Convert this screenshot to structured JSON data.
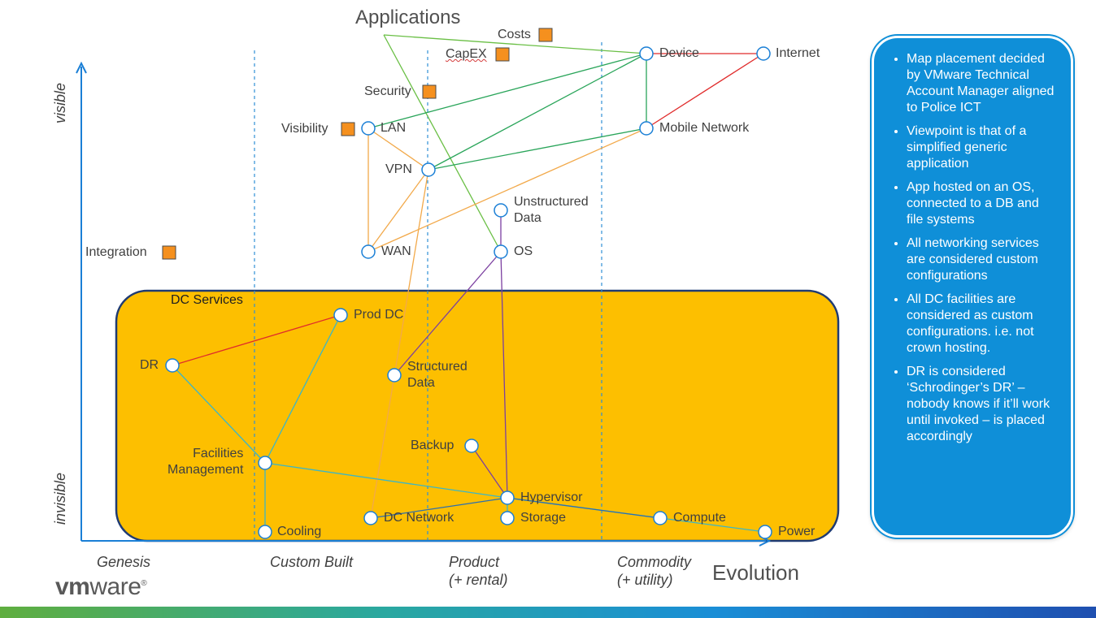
{
  "title": "Applications",
  "evolution_label": "Evolution",
  "axis": {
    "y_top": "visible",
    "y_bottom": "invisible",
    "stages": [
      "Genesis",
      "Custom Built",
      "Product\n(+ rental)",
      "Commodity\n(+ utility)"
    ]
  },
  "group": {
    "label": "DC Services",
    "color": "#fdbf00"
  },
  "needs": [
    {
      "label": "Costs"
    },
    {
      "label": "CapEX"
    },
    {
      "label": "Security"
    },
    {
      "label": "Visibility"
    },
    {
      "label": "Integration"
    }
  ],
  "components": [
    {
      "id": "device",
      "label": "Device"
    },
    {
      "id": "internet",
      "label": "Internet"
    },
    {
      "id": "mobile",
      "label": "Mobile Network"
    },
    {
      "id": "lan",
      "label": "LAN"
    },
    {
      "id": "vpn",
      "label": "VPN"
    },
    {
      "id": "unstructured",
      "label": "Unstructured\nData"
    },
    {
      "id": "wan",
      "label": "WAN"
    },
    {
      "id": "os",
      "label": "OS"
    },
    {
      "id": "proddc",
      "label": "Prod DC"
    },
    {
      "id": "dr",
      "label": "DR"
    },
    {
      "id": "structured",
      "label": "Structured\nData"
    },
    {
      "id": "backup",
      "label": "Backup"
    },
    {
      "id": "facilities",
      "label": "Facilities\nManagement"
    },
    {
      "id": "hypervisor",
      "label": "Hypervisor"
    },
    {
      "id": "dcnetwork",
      "label": "DC Network"
    },
    {
      "id": "storage",
      "label": "Storage"
    },
    {
      "id": "compute",
      "label": "Compute"
    },
    {
      "id": "cooling",
      "label": "Cooling"
    },
    {
      "id": "power",
      "label": "Power"
    }
  ],
  "links": [
    {
      "from": "applications",
      "to": "device",
      "color": "#6abf45"
    },
    {
      "from": "applications",
      "to": "os",
      "color": "#6abf45"
    },
    {
      "from": "device",
      "to": "internet",
      "color": "#e02b2b"
    },
    {
      "from": "device",
      "to": "lan",
      "color": "#2aa55a"
    },
    {
      "from": "device",
      "to": "vpn",
      "color": "#2aa55a"
    },
    {
      "from": "device",
      "to": "mobile",
      "color": "#2aa55a"
    },
    {
      "from": "mobile",
      "to": "internet",
      "color": "#e02b2b"
    },
    {
      "from": "mobile",
      "to": "vpn",
      "color": "#2aa55a"
    },
    {
      "from": "mobile",
      "to": "wan",
      "color": "#f2a94a"
    },
    {
      "from": "lan",
      "to": "vpn",
      "color": "#f2a94a"
    },
    {
      "from": "lan",
      "to": "wan",
      "color": "#f2a94a"
    },
    {
      "from": "vpn",
      "to": "wan",
      "color": "#f2a94a"
    },
    {
      "from": "vpn",
      "to": "dcnetwork",
      "color": "#f2a94a"
    },
    {
      "from": "unstructured",
      "to": "os",
      "color": "#7b3fa0"
    },
    {
      "from": "os",
      "to": "structured",
      "color": "#7b3fa0"
    },
    {
      "from": "os",
      "to": "hypervisor",
      "color": "#7b3fa0"
    },
    {
      "from": "backup",
      "to": "hypervisor",
      "color": "#7b3fa0"
    },
    {
      "from": "dr",
      "to": "proddc",
      "color": "#e02b2b"
    },
    {
      "from": "proddc",
      "to": "facilities",
      "color": "#3ab6c8"
    },
    {
      "from": "dr",
      "to": "facilities",
      "color": "#3ab6c8"
    },
    {
      "from": "facilities",
      "to": "cooling",
      "color": "#3ab6c8"
    },
    {
      "from": "facilities",
      "to": "hypervisor",
      "color": "#3ab6c8"
    },
    {
      "from": "hypervisor",
      "to": "power",
      "color": "#3ab6c8"
    },
    {
      "from": "hypervisor",
      "to": "dcnetwork",
      "color": "#2c6fb0"
    },
    {
      "from": "hypervisor",
      "to": "storage",
      "color": "#3ab6c8"
    },
    {
      "from": "hypervisor",
      "to": "compute",
      "color": "#2c6fb0"
    }
  ],
  "notes": [
    "Map placement decided by VMware Technical Account Manager aligned to Police ICT",
    "Viewpoint is that of a simplified generic application",
    "App hosted on an OS, connected to a DB and file systems",
    "All networking services are considered custom configurations",
    "All DC facilities are considered as custom configurations. i.e. not crown hosting.",
    "DR is considered ‘Schrodinger’s DR’ – nobody knows if it’ll work until invoked – is placed accordingly"
  ],
  "logo": {
    "text_a": "vm",
    "text_b": "ware",
    "mark": "®"
  },
  "colors": {
    "panel": "#0f8fd8",
    "need": "#f5901e",
    "axis": "#1a7fd6"
  }
}
